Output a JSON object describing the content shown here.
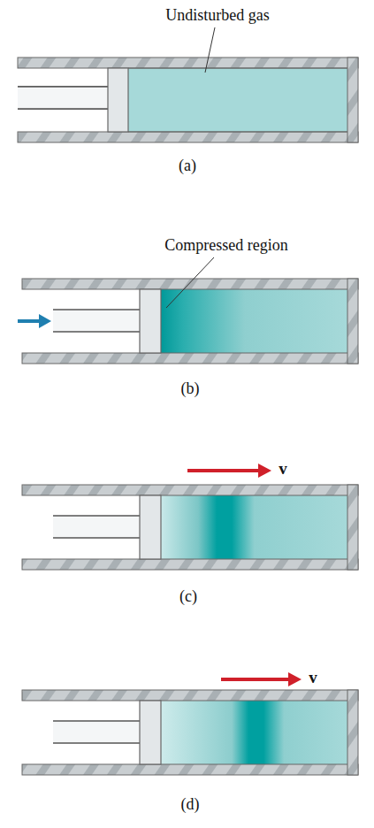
{
  "diagram": {
    "labels": [
      "Undisturbed gas",
      "(a)",
      "Compressed region",
      "(b)",
      "v",
      "(c)",
      "v",
      "(d)"
    ]
  }
}
